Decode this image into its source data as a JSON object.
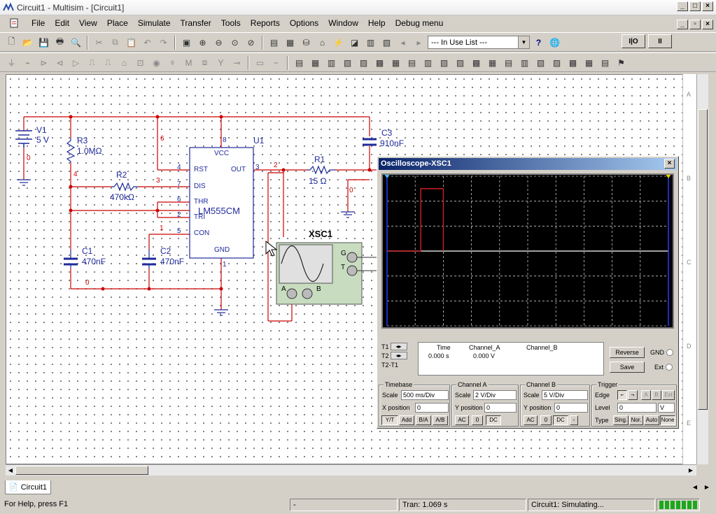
{
  "window": {
    "title": "Circuit1 - Multisim - [Circuit1]"
  },
  "menu": [
    "File",
    "Edit",
    "View",
    "Place",
    "Simulate",
    "Transfer",
    "Tools",
    "Reports",
    "Options",
    "Window",
    "Help",
    "Debug menu"
  ],
  "toolbar": {
    "in_use_list": "--- In Use List ---"
  },
  "circuit": {
    "v1_name": "V1",
    "v1_value": "5 V",
    "r3_name": "R3",
    "r3_value": "1.0MΩ",
    "r2_name": "R2",
    "r2_value": "470kΩ",
    "r1_name": "R1",
    "r1_value": "15 Ω",
    "c1_name": "C1",
    "c1_value": "470nF",
    "c2_name": "C2",
    "c2_value": "470nF",
    "c3_name": "C3",
    "c3_value": "910nF",
    "u1_name": "U1",
    "u1_part": "LM555CM",
    "u1_pins": {
      "vcc": "VCC",
      "rst": "RST",
      "out": "OUT",
      "dis": "DIS",
      "thr": "THR",
      "tri": "TRI",
      "con": "CON",
      "gnd": "GND"
    },
    "u1_pin_numbers": {
      "vcc": "8",
      "rst": "4",
      "out": "3",
      "dis": "7",
      "thr": "6",
      "tri": "2",
      "con": "5",
      "gnd": "1"
    },
    "nets": {
      "n0a": "0",
      "n6": "6",
      "n8": "8",
      "n4": "4",
      "n3a": "3",
      "n3b": "3",
      "n2": "2",
      "n1": "1",
      "n0b": "0",
      "n0c": "0"
    },
    "xsc1_name": "XSC1",
    "xsc1_terminals": {
      "g": "G",
      "t": "T",
      "a": "A",
      "b": "B"
    }
  },
  "oscilloscope": {
    "title": "Oscilloscope-XSC1",
    "readout": {
      "headers": [
        "Time",
        "Channel_A",
        "Channel_B"
      ],
      "t1_label": "T1",
      "t2_label": "T2",
      "t2t1_label": "T2-T1",
      "time": "0.000 s",
      "channel_a": "0.000 V",
      "channel_b": ""
    },
    "buttons": {
      "reverse": "Reverse",
      "save": "Save"
    },
    "radios": {
      "gnd": "GND",
      "ext": "Ext"
    },
    "timebase": {
      "title": "Timebase",
      "scale_label": "Scale",
      "scale": "500 ms/Div",
      "xpos_label": "X position",
      "xpos": "0",
      "modes": [
        "Y/T",
        "Add",
        "B/A",
        "A/B"
      ]
    },
    "channel_a": {
      "title": "Channel A",
      "scale_label": "Scale",
      "scale": "2  V/Div",
      "ypos_label": "Y position",
      "ypos": "0",
      "coupling": [
        "AC",
        "0",
        "DC"
      ]
    },
    "channel_b": {
      "title": "Channel B",
      "scale_label": "Scale",
      "scale": "5  V/Div",
      "ypos_label": "Y position",
      "ypos": "0",
      "coupling": [
        "AC",
        "0",
        "DC",
        "-"
      ]
    },
    "trigger": {
      "title": "Trigger",
      "edge_label": "Edge",
      "edge_buttons": [
        "A",
        "B",
        "Ext"
      ],
      "level_label": "Level",
      "level": "0",
      "level_unit": "V",
      "type_label": "Type",
      "types": [
        "Sing.",
        "Nor.",
        "Auto",
        "None"
      ]
    },
    "trace": {
      "channel": "A",
      "color": "#e02020",
      "baseline_div": 0,
      "pulse_start_div": 1.2,
      "pulse_end_div": 2.0,
      "pulse_height_div": 2.5
    }
  },
  "tabs": [
    "Circuit1"
  ],
  "status": {
    "help": "For Help, press F1",
    "middle": "-",
    "tran": "Tran: 1.069 s",
    "sim": "Circuit1: Simulating..."
  },
  "colors": {
    "wire": "#cc0000",
    "component": "#1f2a9a",
    "accent": "#0a246a"
  }
}
